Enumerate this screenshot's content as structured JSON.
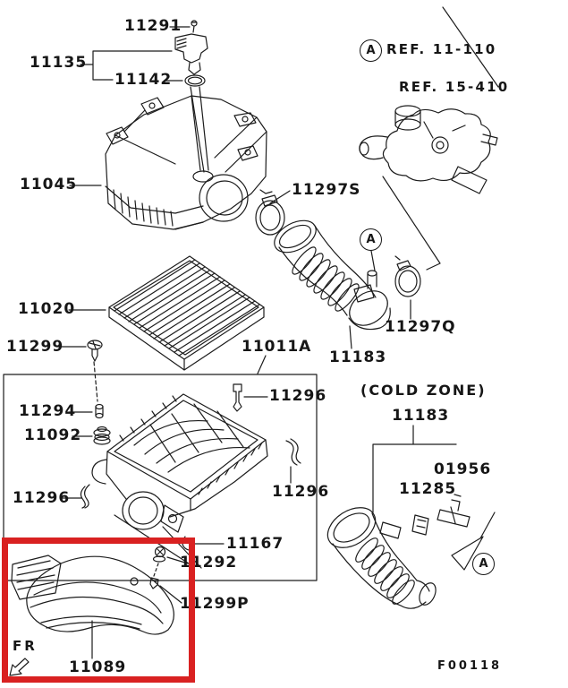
{
  "figure_code": "F00118",
  "orientation": "FR",
  "marker_letter": "A",
  "zone_note": "(COLD ZONE)",
  "references": {
    "top": "REF. 11-110",
    "bottom": "REF. 15-410"
  },
  "colors": {
    "highlight_box": "#d92121",
    "line": "#1c1c1c",
    "background": "#ffffff"
  },
  "parts": {
    "p11291": "11291",
    "p11135": "11135",
    "p11142": "11142",
    "p11045": "11045",
    "p11297S": "11297S",
    "p11020": "11020",
    "p11299": "11299",
    "p11011A": "11011A",
    "p11296_top": "11296",
    "p11294": "11294",
    "p11092": "11092",
    "p11296_right": "11296",
    "p11296_left": "11296",
    "p11167": "11167",
    "p11292": "11292",
    "p11299P": "11299P",
    "p11089": "11089",
    "p11183_upper": "11183",
    "p11297Q": "11297Q",
    "p11183_cold": "11183",
    "p01956": "01956",
    "p11285": "11285"
  }
}
